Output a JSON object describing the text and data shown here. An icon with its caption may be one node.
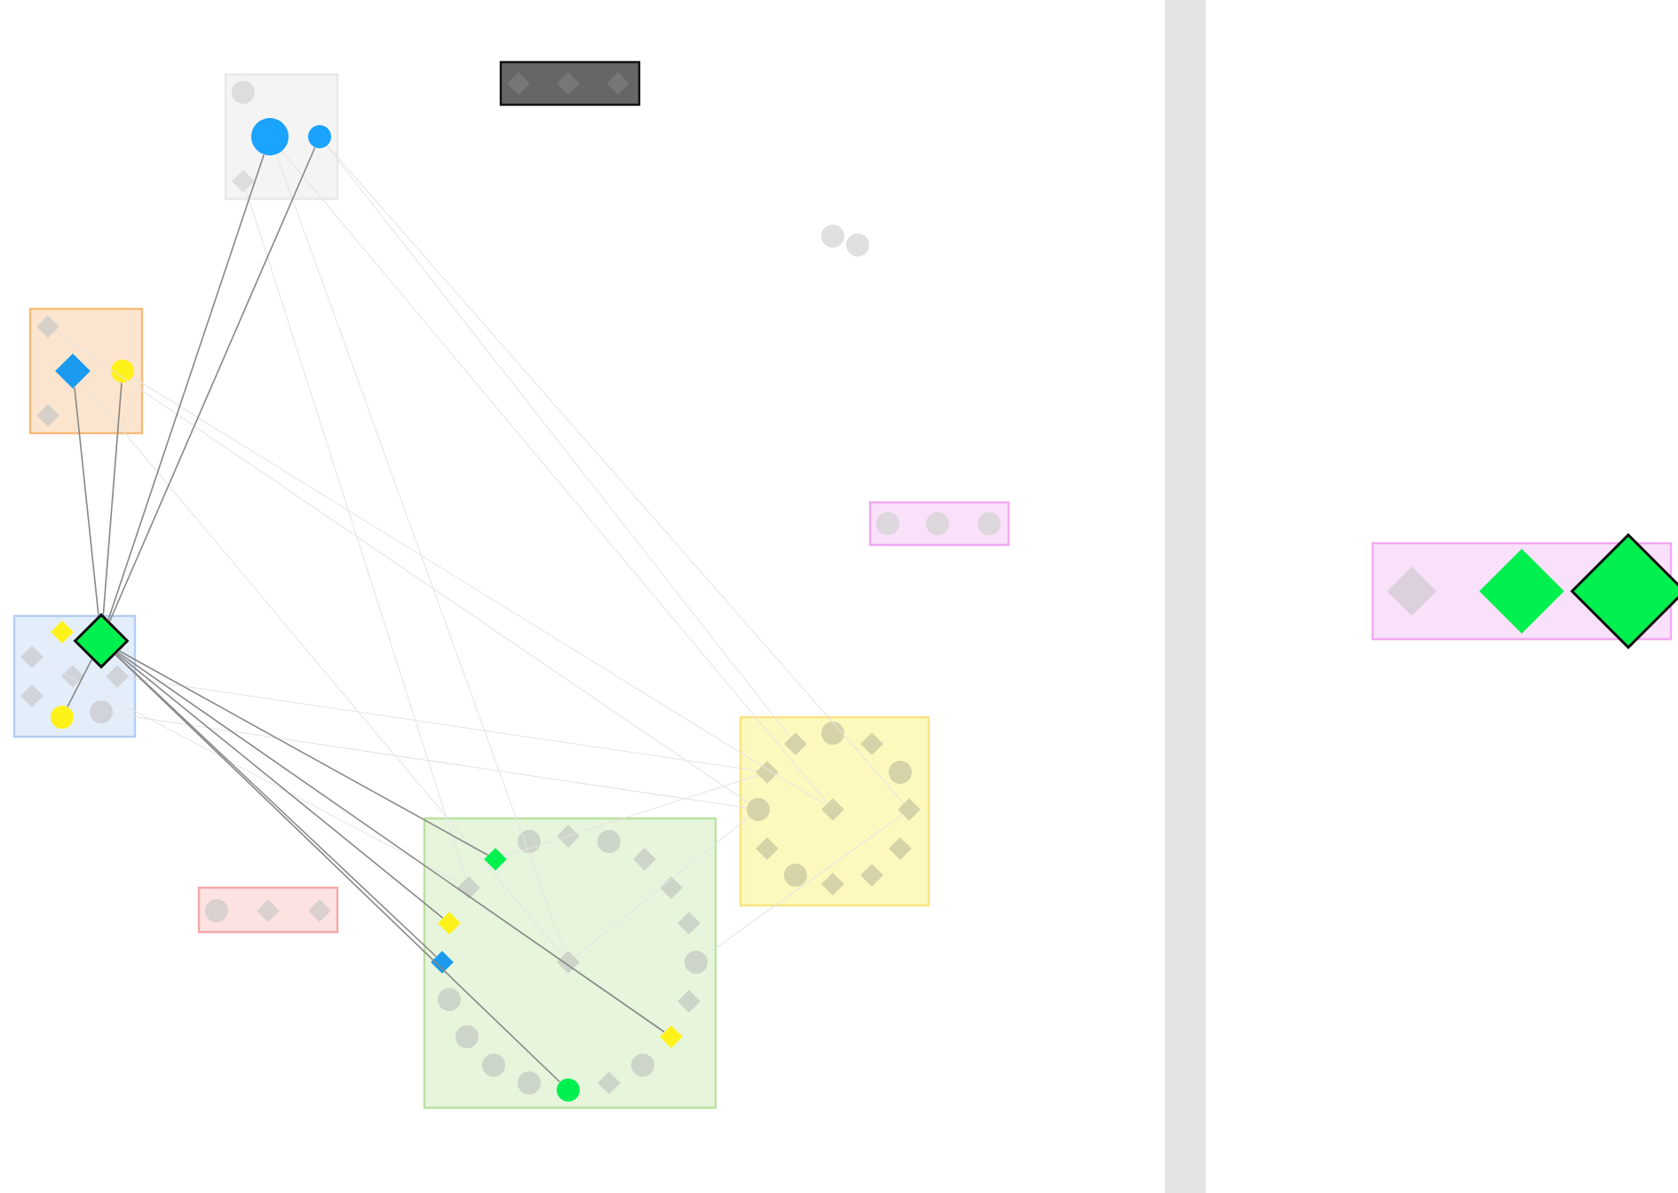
{
  "diagram": {
    "nodes": [
      {
        "text": [],
        "shape": "box"
      },
      {
        "text": [],
        "shape": "circle",
        "in": 0
      },
      {
        "text": [],
        "shape": "circle",
        "in": 0
      },
      {
        "text": [],
        "shape": "circle",
        "in": 0
      },
      {
        "text": [],
        "shape": "diamond",
        "in": 0
      },
      {
        "text": [],
        "shape": "box"
      },
      {
        "text": [],
        "shape": "diamond",
        "in": 5
      },
      {
        "text": [],
        "shape": "diamond",
        "in": 5
      },
      {
        "text": [],
        "shape": "diamond",
        "in": 5
      },
      {
        "text": [],
        "shape": "circle"
      },
      {
        "text": [],
        "shape": "circle"
      },
      {
        "text": [],
        "shape": "box"
      },
      {
        "text": [],
        "shape": "diamond",
        "in": 11
      },
      {
        "text": [],
        "shape": "diamond",
        "in": 11
      },
      {
        "text": [],
        "shape": "circle",
        "in": 11
      },
      {
        "text": [],
        "shape": "diamond",
        "in": 11
      },
      {
        "text": [],
        "shape": "box"
      },
      {
        "text": [],
        "shape": "circle",
        "in": 16
      },
      {
        "text": [],
        "shape": "circle",
        "in": 16
      },
      {
        "text": [],
        "shape": "circle",
        "in": 16
      },
      {
        "text": [],
        "shape": "box"
      },
      {
        "text": [],
        "shape": "diamond",
        "in": 20
      },
      {
        "text": [],
        "shape": "diamond",
        "in": 20
      },
      {
        "text": [],
        "shape": "diamond",
        "in": 20
      },
      {
        "text": [],
        "shape": "diamond",
        "in": 20
      },
      {
        "text": [],
        "shape": "diamond",
        "in": 20
      },
      {
        "text": [],
        "shape": "diamond",
        "in": 20
      },
      {
        "text": [],
        "shape": "circle",
        "in": 20
      },
      {
        "text": [],
        "shape": "circle",
        "in": 20
      },
      {
        "text": [],
        "shape": "box"
      },
      {
        "text": [],
        "shape": "diamond",
        "in": 29
      },
      {
        "text": [],
        "shape": "circle",
        "in": 29
      },
      {
        "text": [],
        "shape": "diamond",
        "in": 29
      },
      {
        "text": [],
        "shape": "diamond",
        "in": 29
      },
      {
        "text": [],
        "shape": "circle",
        "in": 29
      },
      {
        "text": [],
        "shape": "circle",
        "in": 29
      },
      {
        "text": [],
        "shape": "diamond",
        "in": 29
      },
      {
        "text": [],
        "shape": "diamond",
        "in": 29
      },
      {
        "text": [],
        "shape": "diamond",
        "in": 29
      },
      {
        "text": [],
        "shape": "diamond",
        "in": 29
      },
      {
        "text": [],
        "shape": "circle",
        "in": 29
      },
      {
        "text": [],
        "shape": "diamond",
        "in": 29
      },
      {
        "text": [],
        "shape": "diamond",
        "in": 29
      },
      {
        "text": [],
        "shape": "box"
      },
      {
        "text": [],
        "shape": "circle",
        "in": 43
      },
      {
        "text": [],
        "shape": "diamond",
        "in": 43
      },
      {
        "text": [],
        "shape": "diamond",
        "in": 43
      },
      {
        "text": [],
        "shape": "box"
      },
      {
        "text": [],
        "shape": "circle",
        "in": 47
      },
      {
        "text": [],
        "shape": "diamond",
        "in": 47
      },
      {
        "text": [],
        "shape": "circle",
        "in": 47
      },
      {
        "text": [],
        "shape": "diamond",
        "in": 47
      },
      {
        "text": [],
        "shape": "diamond",
        "in": 47
      },
      {
        "text": [],
        "shape": "diamond",
        "in": 47
      },
      {
        "text": [],
        "shape": "diamond",
        "in": 47
      },
      {
        "text": [],
        "shape": "diamond",
        "in": 47
      },
      {
        "text": [],
        "shape": "diamond",
        "in": 47
      },
      {
        "text": [],
        "shape": "diamond",
        "in": 47
      },
      {
        "text": [],
        "shape": "diamond",
        "in": 47
      },
      {
        "text": [],
        "shape": "circle",
        "in": 47
      },
      {
        "text": [],
        "shape": "circle",
        "in": 47
      },
      {
        "text": [],
        "shape": "diamond",
        "in": 47
      },
      {
        "text": [],
        "shape": "diamond",
        "in": 47
      },
      {
        "text": [],
        "shape": "circle",
        "in": 47
      },
      {
        "text": [],
        "shape": "circle",
        "in": 47
      },
      {
        "text": [],
        "shape": "circle",
        "in": 47
      },
      {
        "text": [],
        "shape": "circle",
        "in": 47
      },
      {
        "text": [],
        "shape": "diamond",
        "in": 47
      },
      {
        "text": [],
        "shape": "circle",
        "in": 47
      },
      {
        "text": [],
        "shape": "box"
      },
      {
        "text": [],
        "shape": "diamond",
        "in": 69
      },
      {
        "text": [],
        "shape": "diamond",
        "in": 69
      },
      {
        "text": [],
        "shape": "diamond",
        "in": 69
      }
    ],
    "edges": [
      {
        "from": 2,
        "to": 36,
        "arrow": "none"
      },
      {
        "from": 3,
        "to": 30,
        "arrow": "none"
      },
      {
        "from": 3,
        "to": 37,
        "arrow": "none"
      },
      {
        "from": 2,
        "to": 57,
        "arrow": "none"
      },
      {
        "from": 14,
        "to": 36,
        "arrow": "none"
      },
      {
        "from": 13,
        "to": 57,
        "arrow": "none"
      },
      {
        "from": 12,
        "to": 35,
        "arrow": "none"
      },
      {
        "from": 28,
        "to": 35,
        "arrow": "none"
      },
      {
        "from": 25,
        "to": 33,
        "arrow": "none"
      },
      {
        "from": 23,
        "to": 53,
        "arrow": "none"
      },
      {
        "from": 35,
        "to": 57,
        "arrow": "none"
      },
      {
        "from": 33,
        "to": 51,
        "arrow": "none"
      },
      {
        "from": 37,
        "to": 59,
        "arrow": "none"
      },
      {
        "from": 4,
        "to": 53,
        "arrow": "none"
      },
      {
        "from": 22,
        "to": 2,
        "arrow": "none",
        "color": "#888888"
      },
      {
        "from": 22,
        "to": 3,
        "arrow": "none",
        "color": "#888888"
      },
      {
        "from": 22,
        "to": 13,
        "arrow": "none",
        "color": "#888888"
      },
      {
        "from": 22,
        "to": 14,
        "arrow": "none",
        "color": "#888888"
      },
      {
        "from": 22,
        "to": 27,
        "arrow": "none",
        "color": "#888888"
      },
      {
        "from": 22,
        "to": 51,
        "arrow": "none",
        "color": "#888888"
      },
      {
        "from": 22,
        "to": 55,
        "arrow": "none",
        "color": "#888888"
      },
      {
        "from": 22,
        "to": 58,
        "arrow": "none",
        "color": "#888888"
      },
      {
        "from": 22,
        "to": 62,
        "arrow": "none",
        "color": "#888888"
      },
      {
        "from": 22,
        "to": 66,
        "arrow": "none",
        "color": "#888888"
      }
    ]
  }
}
